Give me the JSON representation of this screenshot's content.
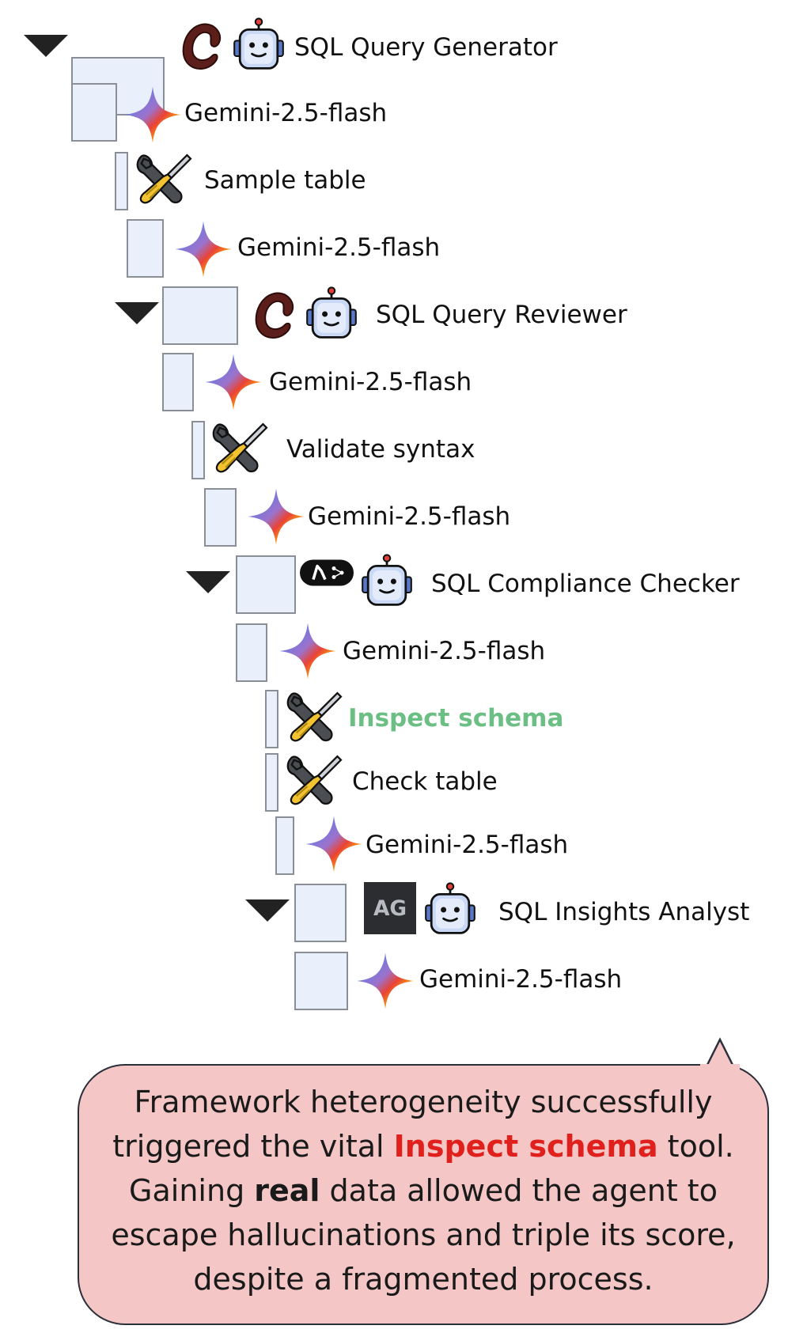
{
  "tree": [
    {
      "label": "SQL Query Generator",
      "kind": "agent",
      "framework": "crewai-logo"
    },
    {
      "label": "Gemini-2.5-flash",
      "kind": "llm"
    },
    {
      "label": "Sample table",
      "kind": "tool"
    },
    {
      "label": "Gemini-2.5-flash",
      "kind": "llm"
    },
    {
      "label": "SQL Query Reviewer",
      "kind": "agent",
      "framework": "crewai-logo"
    },
    {
      "label": "Gemini-2.5-flash",
      "kind": "llm"
    },
    {
      "label": "Validate syntax",
      "kind": "tool"
    },
    {
      "label": "Gemini-2.5-flash",
      "kind": "llm"
    },
    {
      "label": "SQL Compliance Checker",
      "kind": "agent",
      "framework": "langgraph-logo"
    },
    {
      "label": "Gemini-2.5-flash",
      "kind": "llm"
    },
    {
      "label": "Inspect schema",
      "kind": "tool",
      "highlight": true
    },
    {
      "label": "Check table",
      "kind": "tool"
    },
    {
      "label": "Gemini-2.5-flash",
      "kind": "llm"
    },
    {
      "label": "SQL Insights Analyst",
      "kind": "agent",
      "framework": "autogen-logo",
      "framework_text": "AG"
    },
    {
      "label": "Gemini-2.5-flash",
      "kind": "llm"
    }
  ],
  "callout": {
    "line1": "Framework heterogeneity successfully",
    "line2_pre": "triggered the vital ",
    "line2_hl": "Inspect schema",
    "line2_post": " tool.",
    "line3_pre": "Gaining ",
    "line3_bold": "real",
    "line3_post": " data allowed the agent to",
    "line4": "escape hallucinations and triple its score,",
    "line5": "despite a fragmented process."
  },
  "colors": {
    "highlight_green": "#6cbf84",
    "callout_red": "#e0201c",
    "callout_bg": "#f4c7c6",
    "box_fill": "#e9f0fb"
  }
}
